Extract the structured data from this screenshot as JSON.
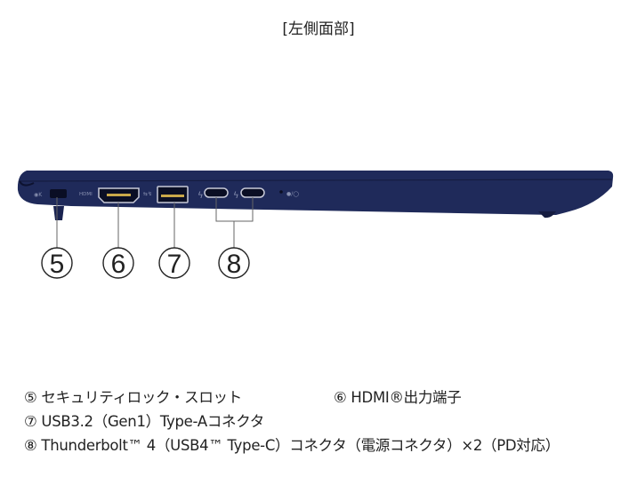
{
  "title": "[左側面部]",
  "colors": {
    "body": "#1f2a5a",
    "body_dark": "#151c40",
    "port": "#eeeeee"
  },
  "callouts": [
    "5",
    "6",
    "7",
    "8"
  ],
  "port_labels": {
    "hdmi": "HDMI"
  },
  "legend": {
    "item5": "⑤ セキュリティロック・スロット",
    "item6": "⑥ HDMI®出力端子",
    "item7": "⑦ USB3.2（Gen1）Type-Aコネクタ",
    "item8": "⑧ Thunderbolt™ 4（USB4™ Type-C）コネクタ（電源コネクタ）×2（PD対応）"
  }
}
